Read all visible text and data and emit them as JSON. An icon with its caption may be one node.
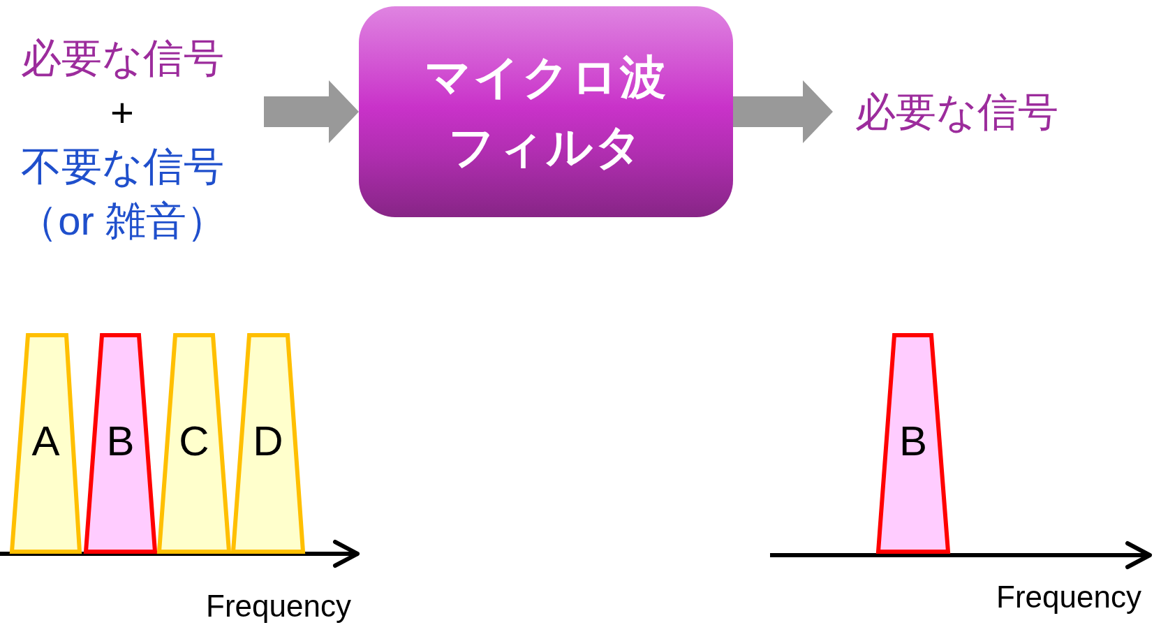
{
  "diagram": {
    "nodes": [
      {
        "text": [
          "必要な信号",
          "+",
          "不要な信号",
          "（or 雑音）"
        ]
      },
      {
        "text": [
          "マイクロ波フィルタ"
        ]
      },
      {
        "text": [
          "必要な信号"
        ]
      },
      {
        "text": [
          "A"
        ]
      },
      {
        "text": [
          "B"
        ]
      },
      {
        "text": [
          "C"
        ]
      },
      {
        "text": [
          "D"
        ]
      },
      {
        "text": [
          "B"
        ]
      }
    ],
    "edges": [
      {
        "from": 0,
        "to": 1,
        "arrow": "to"
      },
      {
        "from": 1,
        "to": 2,
        "arrow": "to"
      }
    ],
    "labels": [
      "Frequency",
      "Frequency"
    ]
  }
}
